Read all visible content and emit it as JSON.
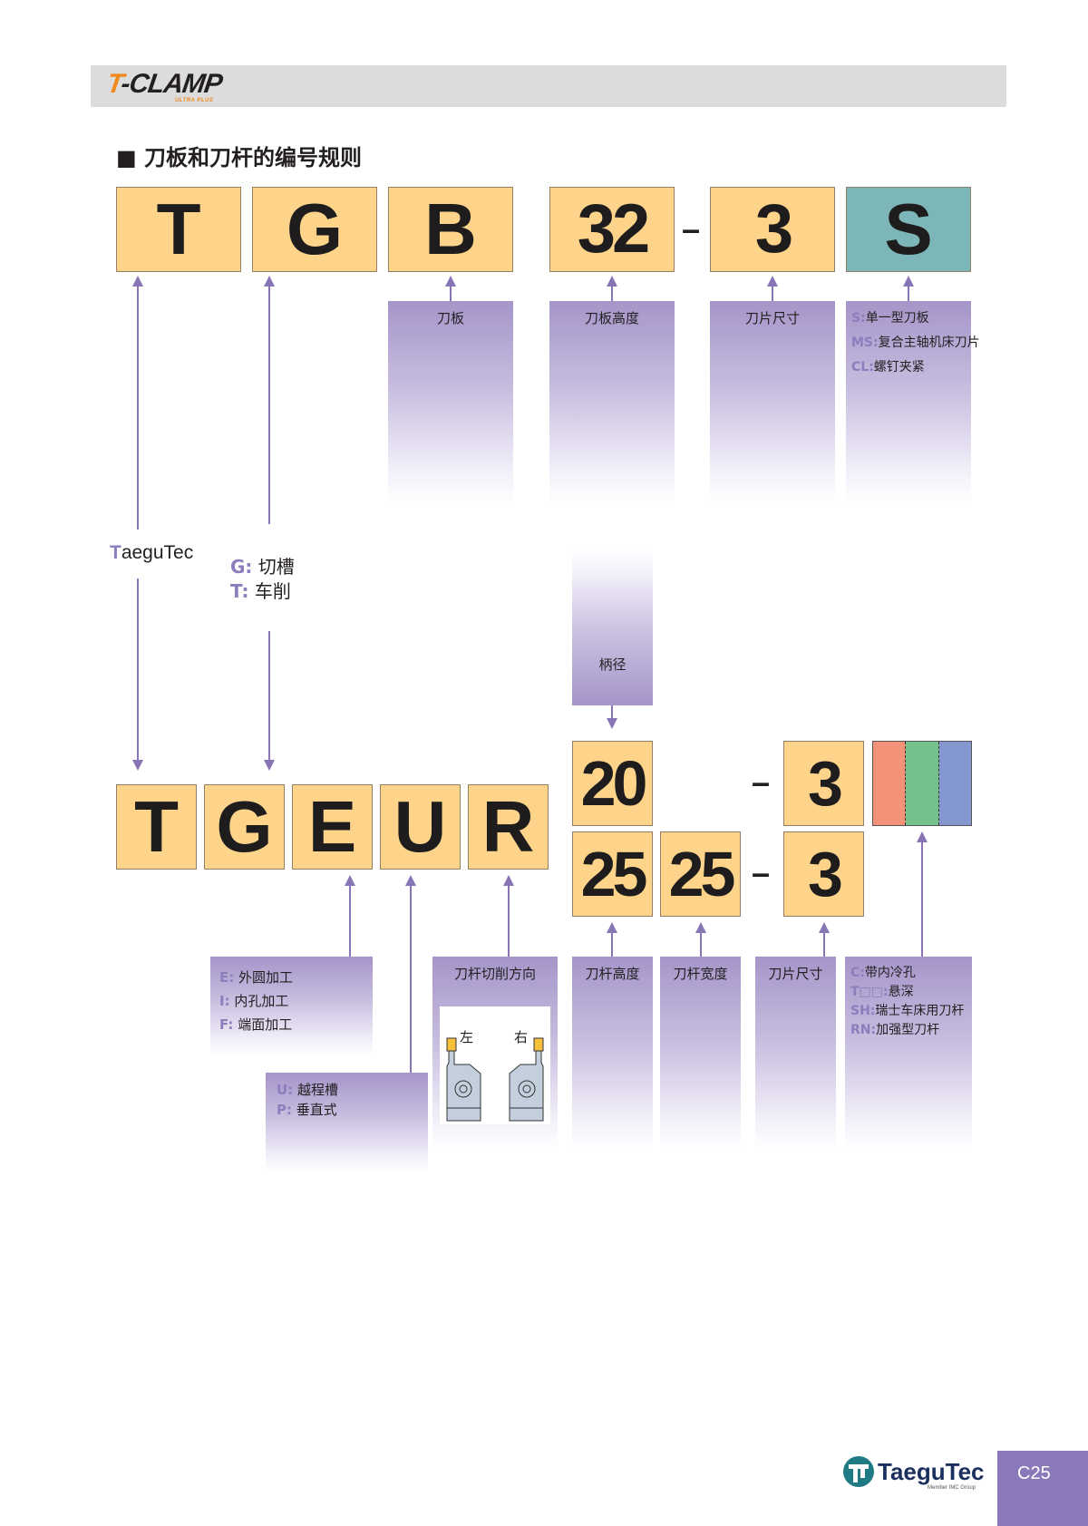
{
  "header": {
    "logo_main": "-CLAMP",
    "logo_t": "T",
    "logo_sub": "ULTRA PLUS"
  },
  "section_title": "■ 刀板和刀杆的编号规则",
  "blade_code": [
    "T",
    "G",
    "B",
    "32",
    "3",
    "S"
  ],
  "blade_dash": "–",
  "blade_panels": {
    "blade": "刀板",
    "blade_height": "刀板高度",
    "insert_size": "刀片尺寸",
    "type_options": [
      {
        "key": "S:",
        "text": "单一型刀板"
      },
      {
        "key": "MS:",
        "text": "复合主轴机床刀片"
      },
      {
        "key": "CL:",
        "text": "螺钉夹紧"
      }
    ]
  },
  "brand": {
    "initial": "T",
    "rest": "aeguTec"
  },
  "application": [
    {
      "key": "G:",
      "text": "切槽"
    },
    {
      "key": "T:",
      "text": "车削"
    }
  ],
  "shank_dia_label": "柄径",
  "holder_code": [
    "T",
    "G",
    "E",
    "U",
    "R"
  ],
  "holder_sizes": {
    "top_row": [
      "20",
      "3"
    ],
    "bottom_row": [
      "25",
      "25",
      "3"
    ],
    "dash": "–"
  },
  "holder_colors": [
    "#f19279",
    "#76c08e",
    "#8497cf"
  ],
  "holder_panels": {
    "machining": [
      {
        "key": "E:",
        "text": "外圆加工"
      },
      {
        "key": "I:",
        "text": "内孔加工"
      },
      {
        "key": "F:",
        "text": "端面加工"
      }
    ],
    "style": [
      {
        "key": "U:",
        "text": "越程槽"
      },
      {
        "key": "P:",
        "text": "垂直式"
      }
    ],
    "direction": "刀杆切削方向",
    "left": "左",
    "right": "右",
    "shank_height": "刀杆高度",
    "shank_width": "刀杆宽度",
    "insert_size": "刀片尺寸",
    "options": [
      {
        "key": "C:",
        "text": "带内冷孔"
      },
      {
        "key": "T□□:",
        "text": "悬深"
      },
      {
        "key": "SH:",
        "text": "瑞士车床用刀杆"
      },
      {
        "key": "RN:",
        "text": "加强型刀杆"
      }
    ]
  },
  "footer": {
    "brand": "TaeguTec",
    "sub": "Member IMC Group",
    "page": "C25"
  }
}
